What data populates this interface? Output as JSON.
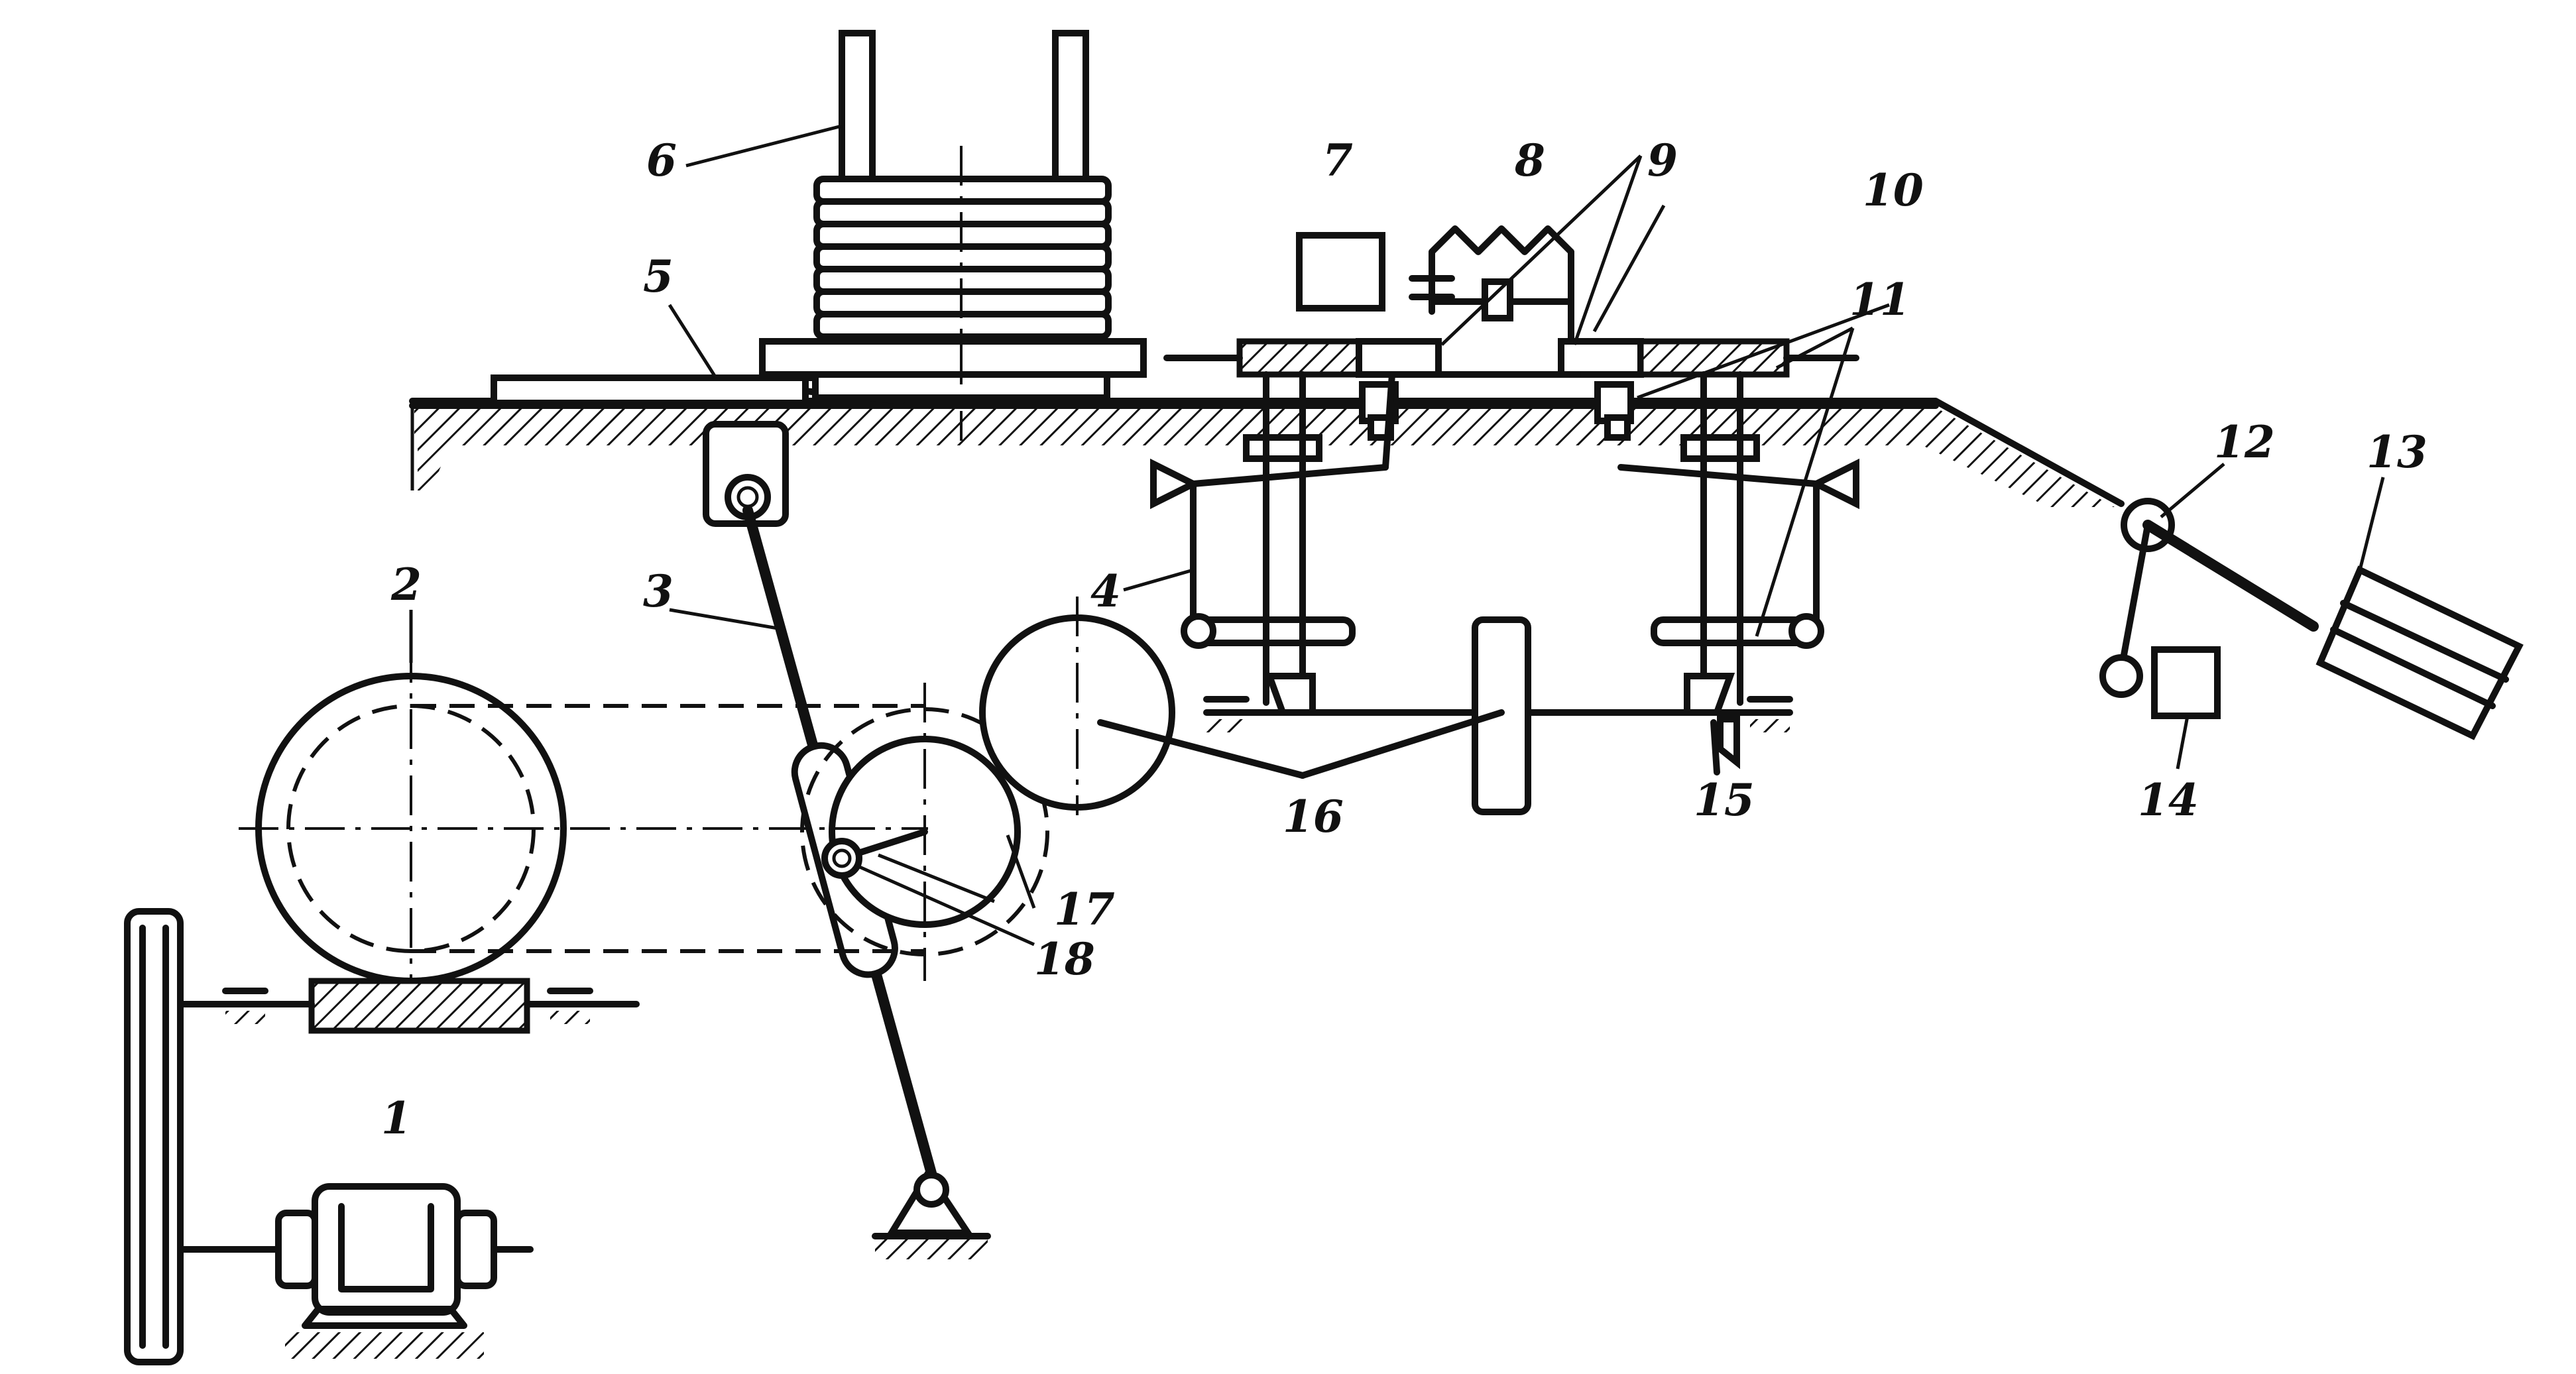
{
  "diagram": {
    "labels": {
      "l1": "1",
      "l2": "2",
      "l3": "3",
      "l4": "4",
      "l5": "5",
      "l6": "6",
      "l7": "7",
      "l8": "8",
      "l9": "9",
      "l10": "10",
      "l11": "11",
      "l12": "12",
      "l13": "13",
      "l14": "14",
      "l15": "15",
      "l16": "16",
      "l17": "17",
      "l18": "18"
    }
  }
}
